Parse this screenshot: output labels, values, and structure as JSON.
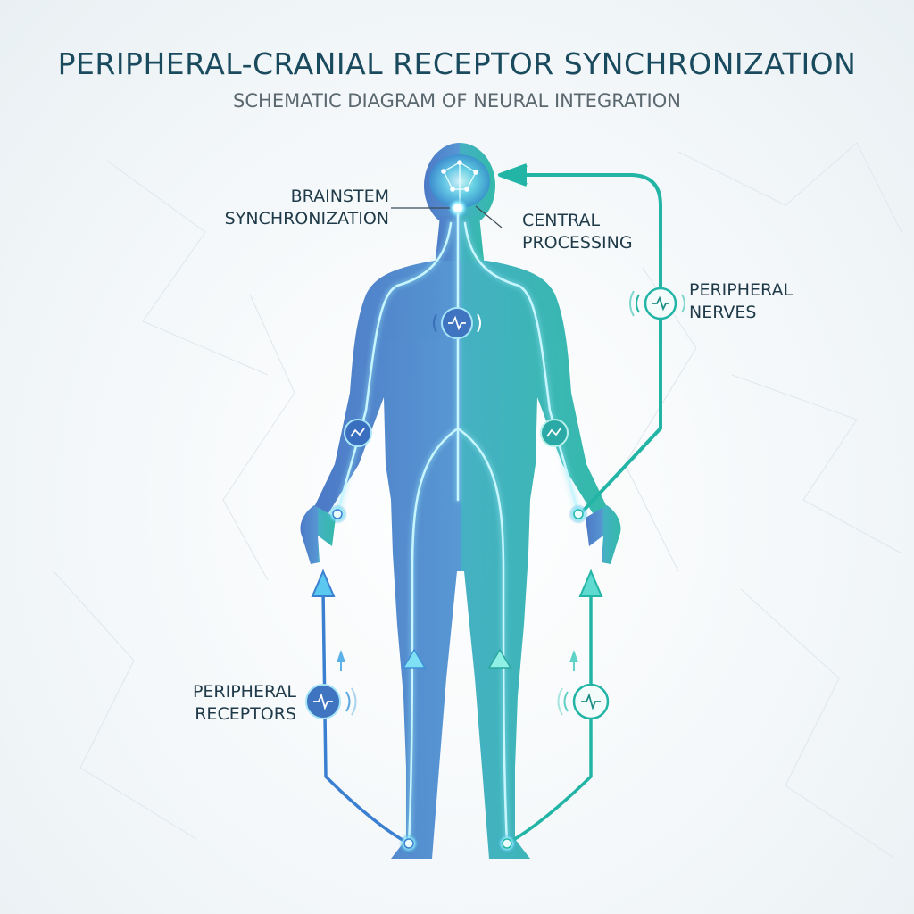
{
  "diagram": {
    "title": "PERIPHERAL-CRANIAL RECEPTOR SYNCHRONIZATION",
    "subtitle": "SCHEMATIC DIAGRAM OF NEURAL INTEGRATION",
    "labels": {
      "brainstem": [
        "BRAINSTEM",
        "SYNCHRONIZATION"
      ],
      "central": [
        "CENTRAL",
        "PROCESSING"
      ],
      "peripheral_nerves": [
        "PERIPHERAL",
        "NERVES"
      ],
      "peripheral_receptors": [
        "PERIPHERAL",
        "RECEPTORS"
      ]
    },
    "colors": {
      "body_left": "#3f7fc9",
      "body_right": "#2bb3a8",
      "nerve_glow": "#7fe6f0",
      "teal_loop": "#22b5a6",
      "title": "#1a4a5e"
    },
    "icons": [
      "brain-network-icon",
      "waveform-icon",
      "signal-wave-icon",
      "arrow-up-icon"
    ]
  }
}
